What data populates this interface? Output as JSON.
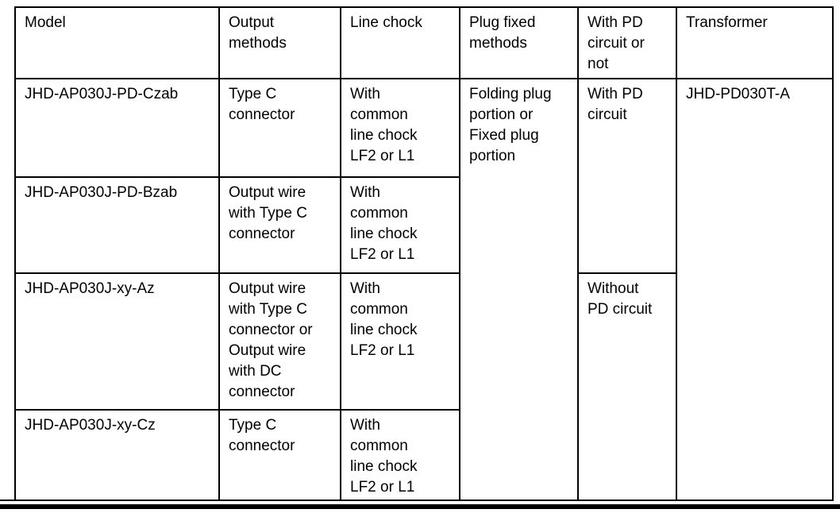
{
  "table": {
    "border_color": "#000000",
    "text_color": "#000000",
    "headers": [
      "Model",
      "Output\nmethods",
      "Line chock",
      "Plug fixed\nmethods",
      "With PD\ncircuit or\nnot",
      "Transformer"
    ],
    "rows": [
      {
        "model": "JHD-AP030J-PD-Czab",
        "output_method": "Type C\nconnector",
        "line_chock": "With\ncommon\nline chock\nLF2 or L1"
      },
      {
        "model": "JHD-AP030J-PD-Bzab",
        "output_method": "Output wire\nwith Type C\nconnector",
        "line_chock": "With\ncommon\nline chock\nLF2 or L1"
      },
      {
        "model": "JHD-AP030J-xy-Az",
        "output_method": "Output wire\nwith Type C\nconnector or\nOutput wire\nwith DC\nconnector",
        "line_chock": "With\ncommon\nline chock\nLF2 or L1"
      },
      {
        "model": "JHD-AP030J-xy-Cz",
        "output_method": "Type C\nconnector",
        "line_chock": "With\ncommon\nline chock\nLF2 or L1"
      }
    ],
    "plug_fixed_methods": "Folding plug\nportion or\nFixed plug\nportion",
    "pd_circuit": {
      "with": "With PD\ncircuit",
      "without": "Without\nPD circuit"
    },
    "transformer": "JHD-PD030T-A"
  }
}
